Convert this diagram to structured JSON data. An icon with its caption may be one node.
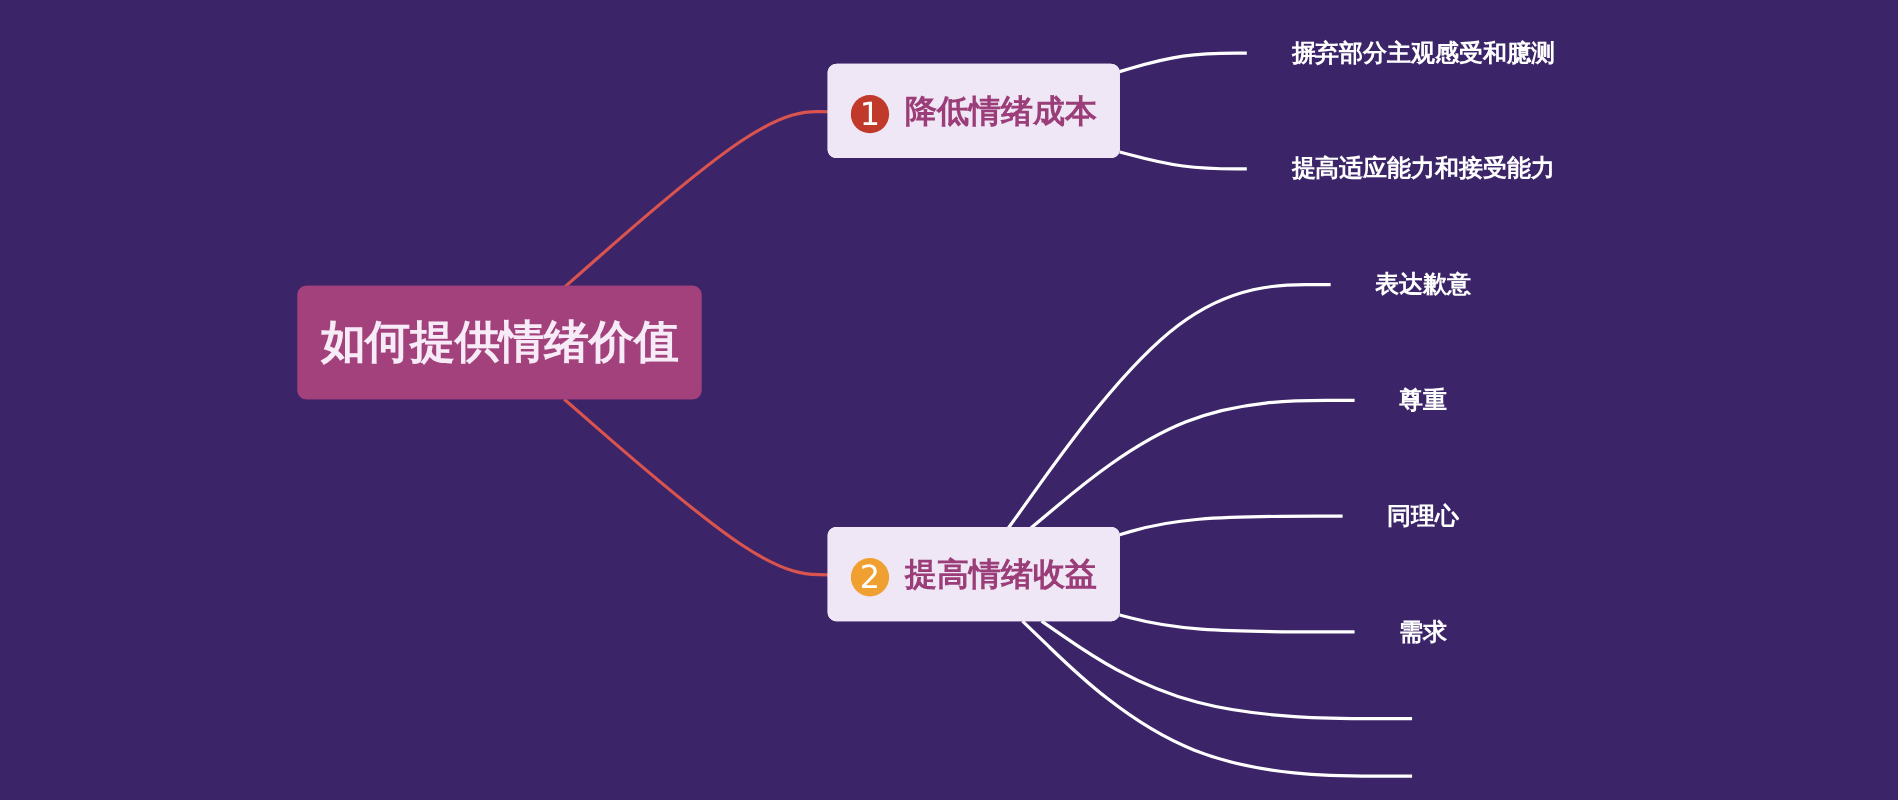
{
  "diagram": {
    "nodes": [
      {
        "text": [
          "如何提供情绪价值"
        ]
      },
      {
        "text": [
          "1",
          "降低情绪成本"
        ]
      },
      {
        "text": [
          "摒弃部分主观感受和臆测"
        ]
      },
      {
        "text": [
          "提高适应能力和接受能力"
        ]
      },
      {
        "text": [
          "2",
          "提高情绪收益"
        ]
      },
      {
        "text": [
          "表达歉意"
        ]
      },
      {
        "text": [
          "尊重"
        ]
      },
      {
        "text": [
          "同理心"
        ]
      },
      {
        "text": [
          "需求"
        ]
      }
    ],
    "edges": [
      {
        "from": 0,
        "to": 1,
        "arrow": "none",
        "color": "#d9534f"
      },
      {
        "from": 1,
        "to": 2,
        "arrow": "none"
      },
      {
        "from": 1,
        "to": 3,
        "arrow": "none"
      },
      {
        "from": 0,
        "to": 4,
        "arrow": "none",
        "color": "#d9534f"
      },
      {
        "from": 4,
        "to": 5,
        "arrow": "none"
      },
      {
        "from": 4,
        "to": 6,
        "arrow": "none"
      },
      {
        "from": 4,
        "to": 7,
        "arrow": "none"
      },
      {
        "from": 4,
        "to": 8,
        "arrow": "none"
      },
      {
        "from": 4,
        "to": null,
        "arrow": "none"
      },
      {
        "from": 4,
        "to": null,
        "arrow": "none"
      }
    ]
  }
}
